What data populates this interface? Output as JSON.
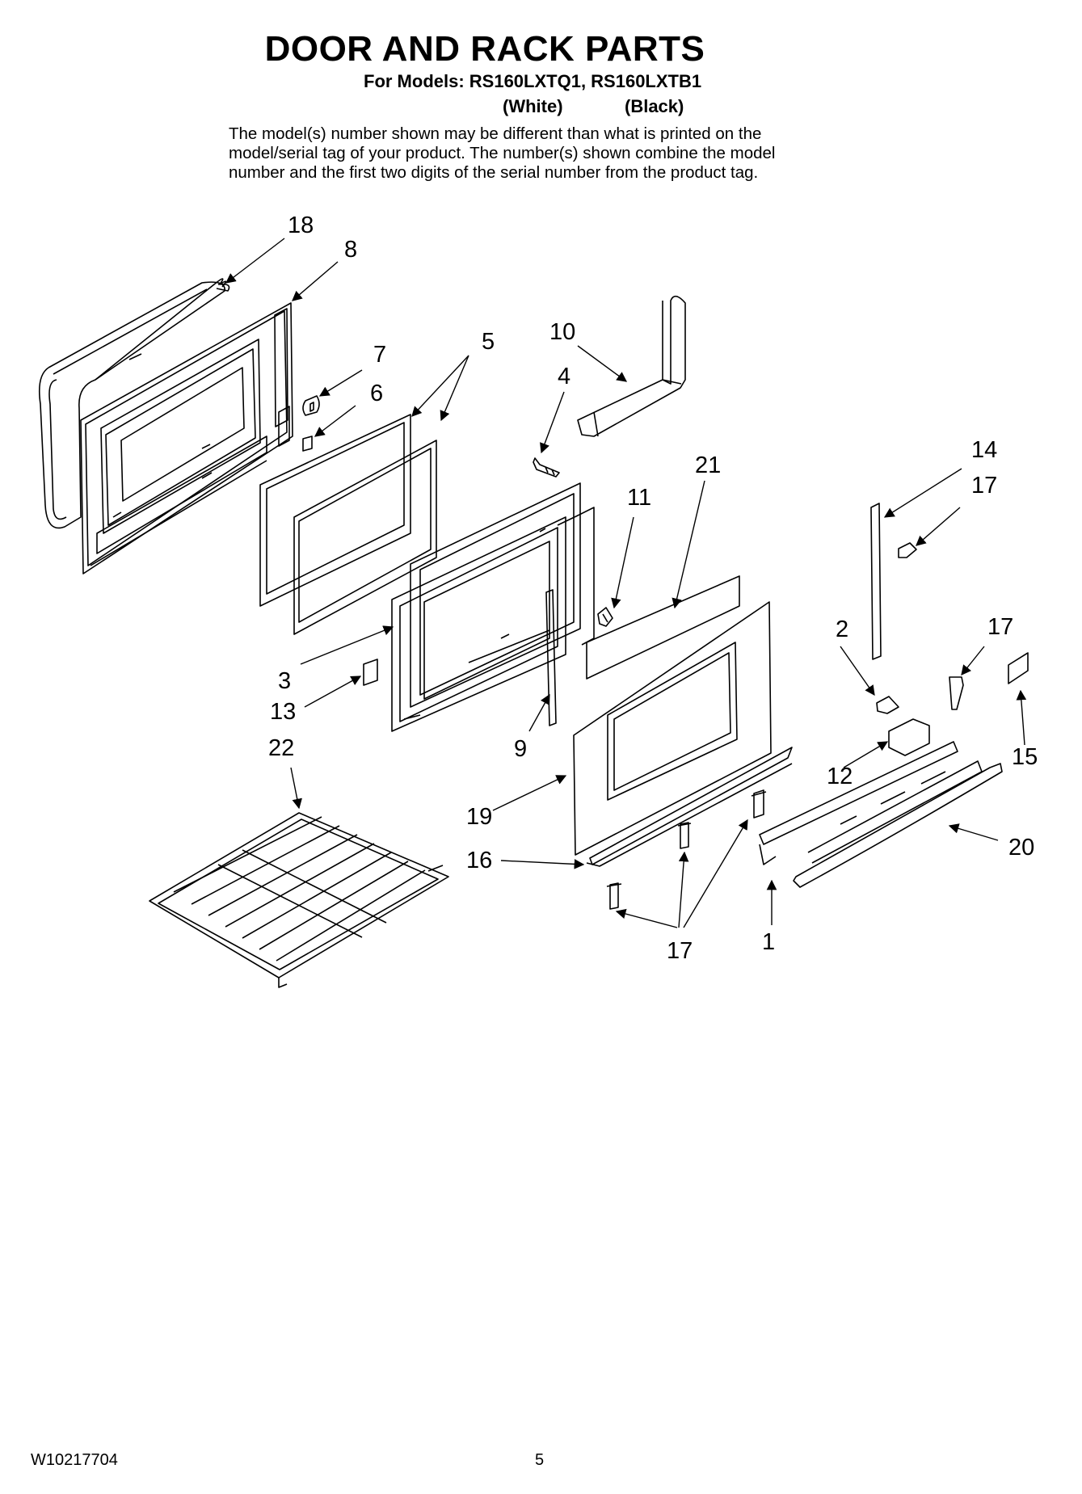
{
  "header": {
    "title": "DOOR AND RACK PARTS",
    "models": "For Models: RS160LXTQ1, RS160LXTB1",
    "variant_white": "(White)",
    "variant_black": "(Black)"
  },
  "note": {
    "line1": "The model(s) number shown may be different than what is printed on the",
    "line2": "model/serial tag of your product. The number(s) shown combine the model",
    "line3": "number and the first two digits of the serial number from the product tag."
  },
  "callouts": [
    "18",
    "8",
    "7",
    "6",
    "5",
    "10",
    "4",
    "21",
    "14",
    "17",
    "11",
    "2",
    "17",
    "3",
    "13",
    "9",
    "12",
    "15",
    "22",
    "19",
    "20",
    "16",
    "17",
    "1"
  ],
  "footer": {
    "doc_number": "W10217704",
    "page_number": "5"
  }
}
